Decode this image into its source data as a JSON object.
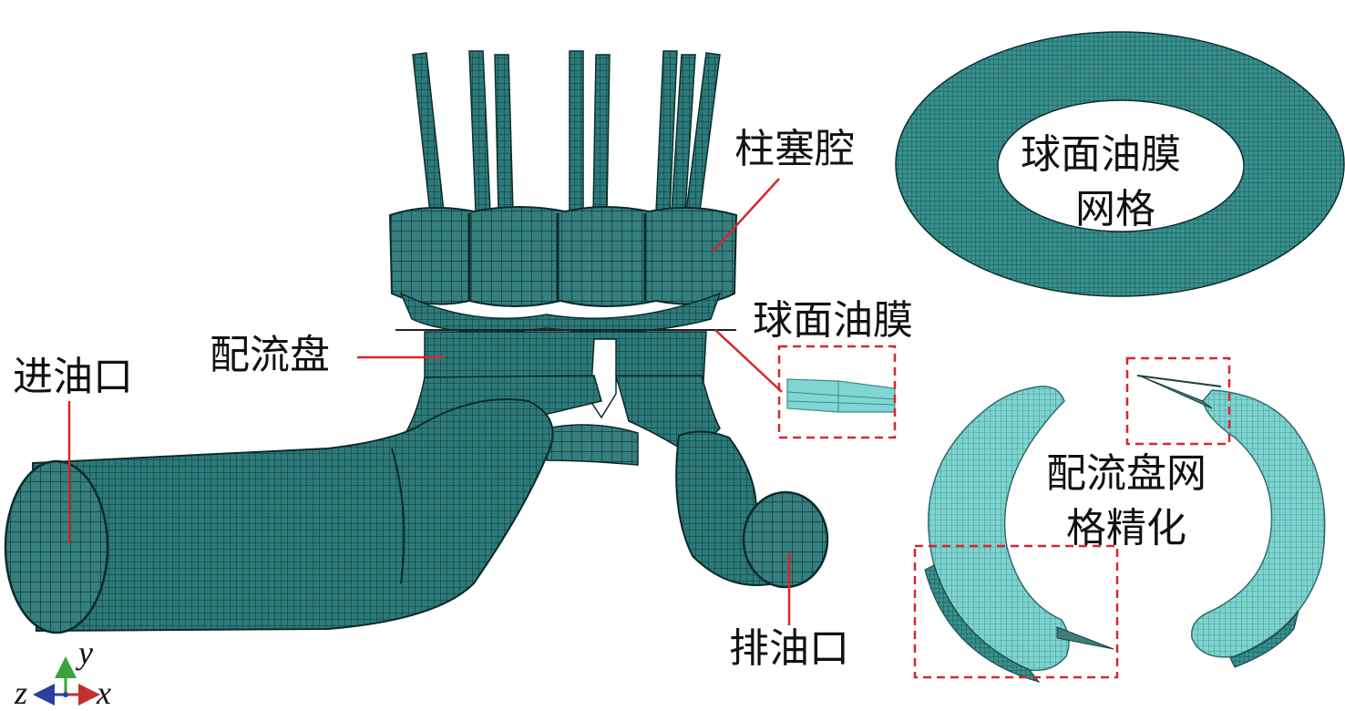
{
  "labels": {
    "plunger_chamber": "柱塞腔",
    "spherical_film_mesh_line1": "球面油膜",
    "spherical_film_mesh_line2": "网格",
    "spherical_film": "球面油膜",
    "valve_plate": "配流盘",
    "inlet": "进油口",
    "outlet": "排油口",
    "valve_plate_refine_line1": "配流盘网",
    "valve_plate_refine_line2": "格精化"
  },
  "axes": {
    "y": "y",
    "z": "z",
    "x": "x"
  },
  "colors": {
    "mesh_fill": "#2f7f7f",
    "mesh_dark": "#12403f",
    "mesh_light": "#7fd6d2",
    "leader_red": "#d9262e",
    "dashed_box": "#d9262e",
    "axis_y": "#3aa43a",
    "axis_x": "#c4302b",
    "axis_z": "#2b3f9e"
  }
}
